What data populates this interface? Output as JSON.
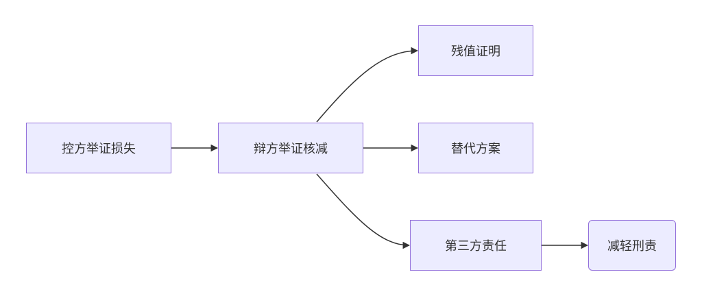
{
  "colors": {
    "node_fill": "#ececff",
    "node_border": "#9370db",
    "edge": "#333333",
    "text": "#333333"
  },
  "nodes": {
    "loss": {
      "label": "控方举证损失"
    },
    "defense": {
      "label": "辩方举证核减"
    },
    "residual": {
      "label": "残值证明"
    },
    "alternative": {
      "label": "替代方案"
    },
    "third_party": {
      "label": "第三方责任"
    },
    "mitigation": {
      "label": "减轻刑责"
    }
  },
  "edges": [
    {
      "from": "loss",
      "to": "defense"
    },
    {
      "from": "defense",
      "to": "residual"
    },
    {
      "from": "defense",
      "to": "alternative"
    },
    {
      "from": "defense",
      "to": "third_party"
    },
    {
      "from": "third_party",
      "to": "mitigation"
    }
  ]
}
